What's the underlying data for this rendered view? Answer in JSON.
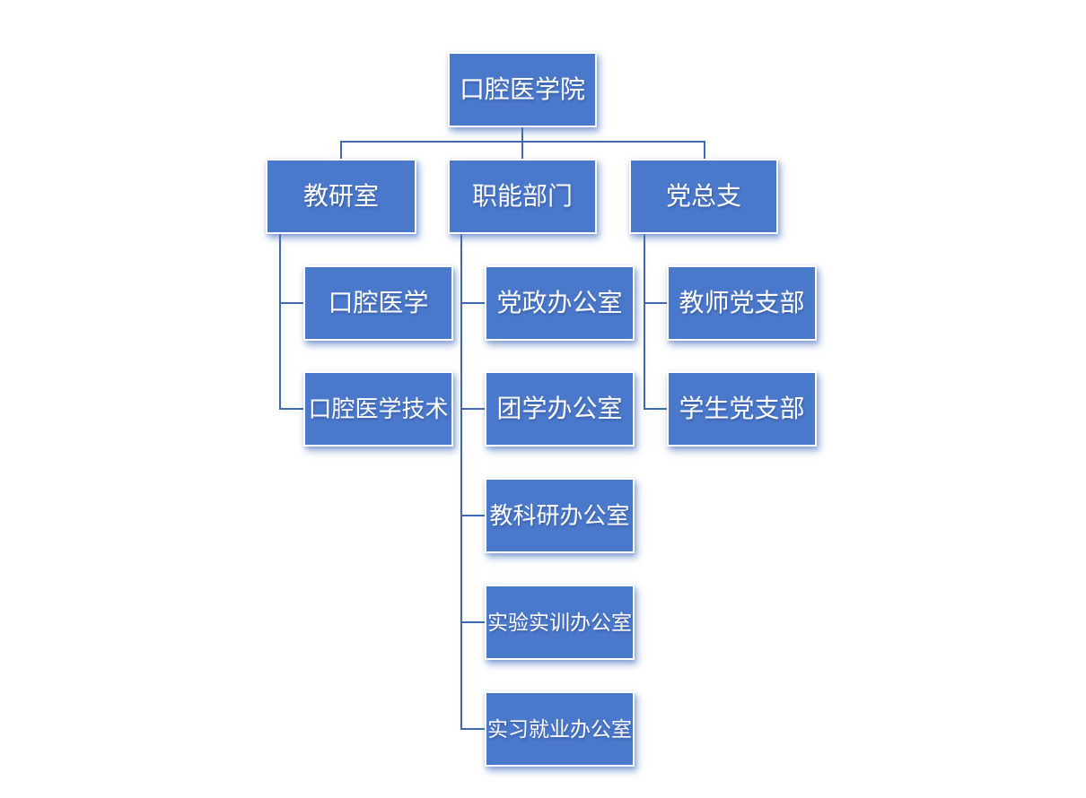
{
  "diagram": {
    "type": "org-chart",
    "root": {
      "label": "口腔医学院"
    },
    "branches": [
      {
        "label": "教研室",
        "children": [
          {
            "label": "口腔医学"
          },
          {
            "label": "口腔医学技术"
          }
        ]
      },
      {
        "label": "职能部门",
        "children": [
          {
            "label": "党政办公室"
          },
          {
            "label": "团学办公室"
          },
          {
            "label": "教科研办公室"
          },
          {
            "label": "实验实训办公室"
          },
          {
            "label": "实习就业办公室"
          }
        ]
      },
      {
        "label": "党总支",
        "children": [
          {
            "label": "教师党支部"
          },
          {
            "label": "学生党支部"
          }
        ]
      }
    ],
    "colors": {
      "node-fill": "#4A78CB",
      "node-border": "#FFFFFF",
      "node-text": "#FFFFFF",
      "connector": "#3F69B5",
      "background": "#FFFFFF"
    }
  }
}
